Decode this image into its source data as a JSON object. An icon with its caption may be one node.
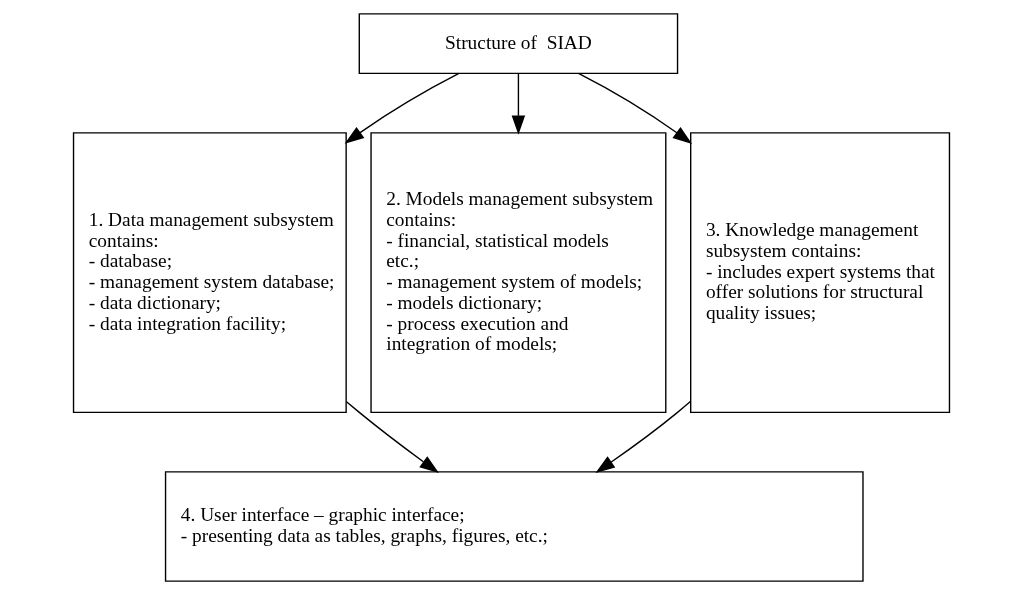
{
  "diagram": {
    "nodes": [
      {
        "text": [
          "Structure of  SIAD"
        ]
      },
      {
        "text": [
          "1. Data management subsystem contains:",
          "- database;",
          "- management system database;",
          "- data dictionary;",
          "- data integration facility;"
        ]
      },
      {
        "text": [
          "2. Models management subsystem contains:",
          "- financial, statistical models etc.;",
          "- management system of models;",
          "- models dictionary;",
          "- process execution and integration of models;"
        ]
      },
      {
        "text": [
          "3. Knowledge management subsystem contains:",
          "- includes expert systems that offer solutions for structural quality issues;"
        ]
      },
      {
        "text": [
          "4. User interface – graphic interface;",
          "- presenting data as tables, graphs, figures, etc.;"
        ]
      }
    ],
    "edges": [
      {
        "from": 0,
        "to": 1,
        "arrow": "to"
      },
      {
        "from": 0,
        "to": 2,
        "arrow": "to"
      },
      {
        "from": 0,
        "to": 3,
        "arrow": "to"
      },
      {
        "from": 1,
        "to": 4,
        "arrow": "to"
      },
      {
        "from": 3,
        "to": 4,
        "arrow": "to"
      }
    ]
  }
}
